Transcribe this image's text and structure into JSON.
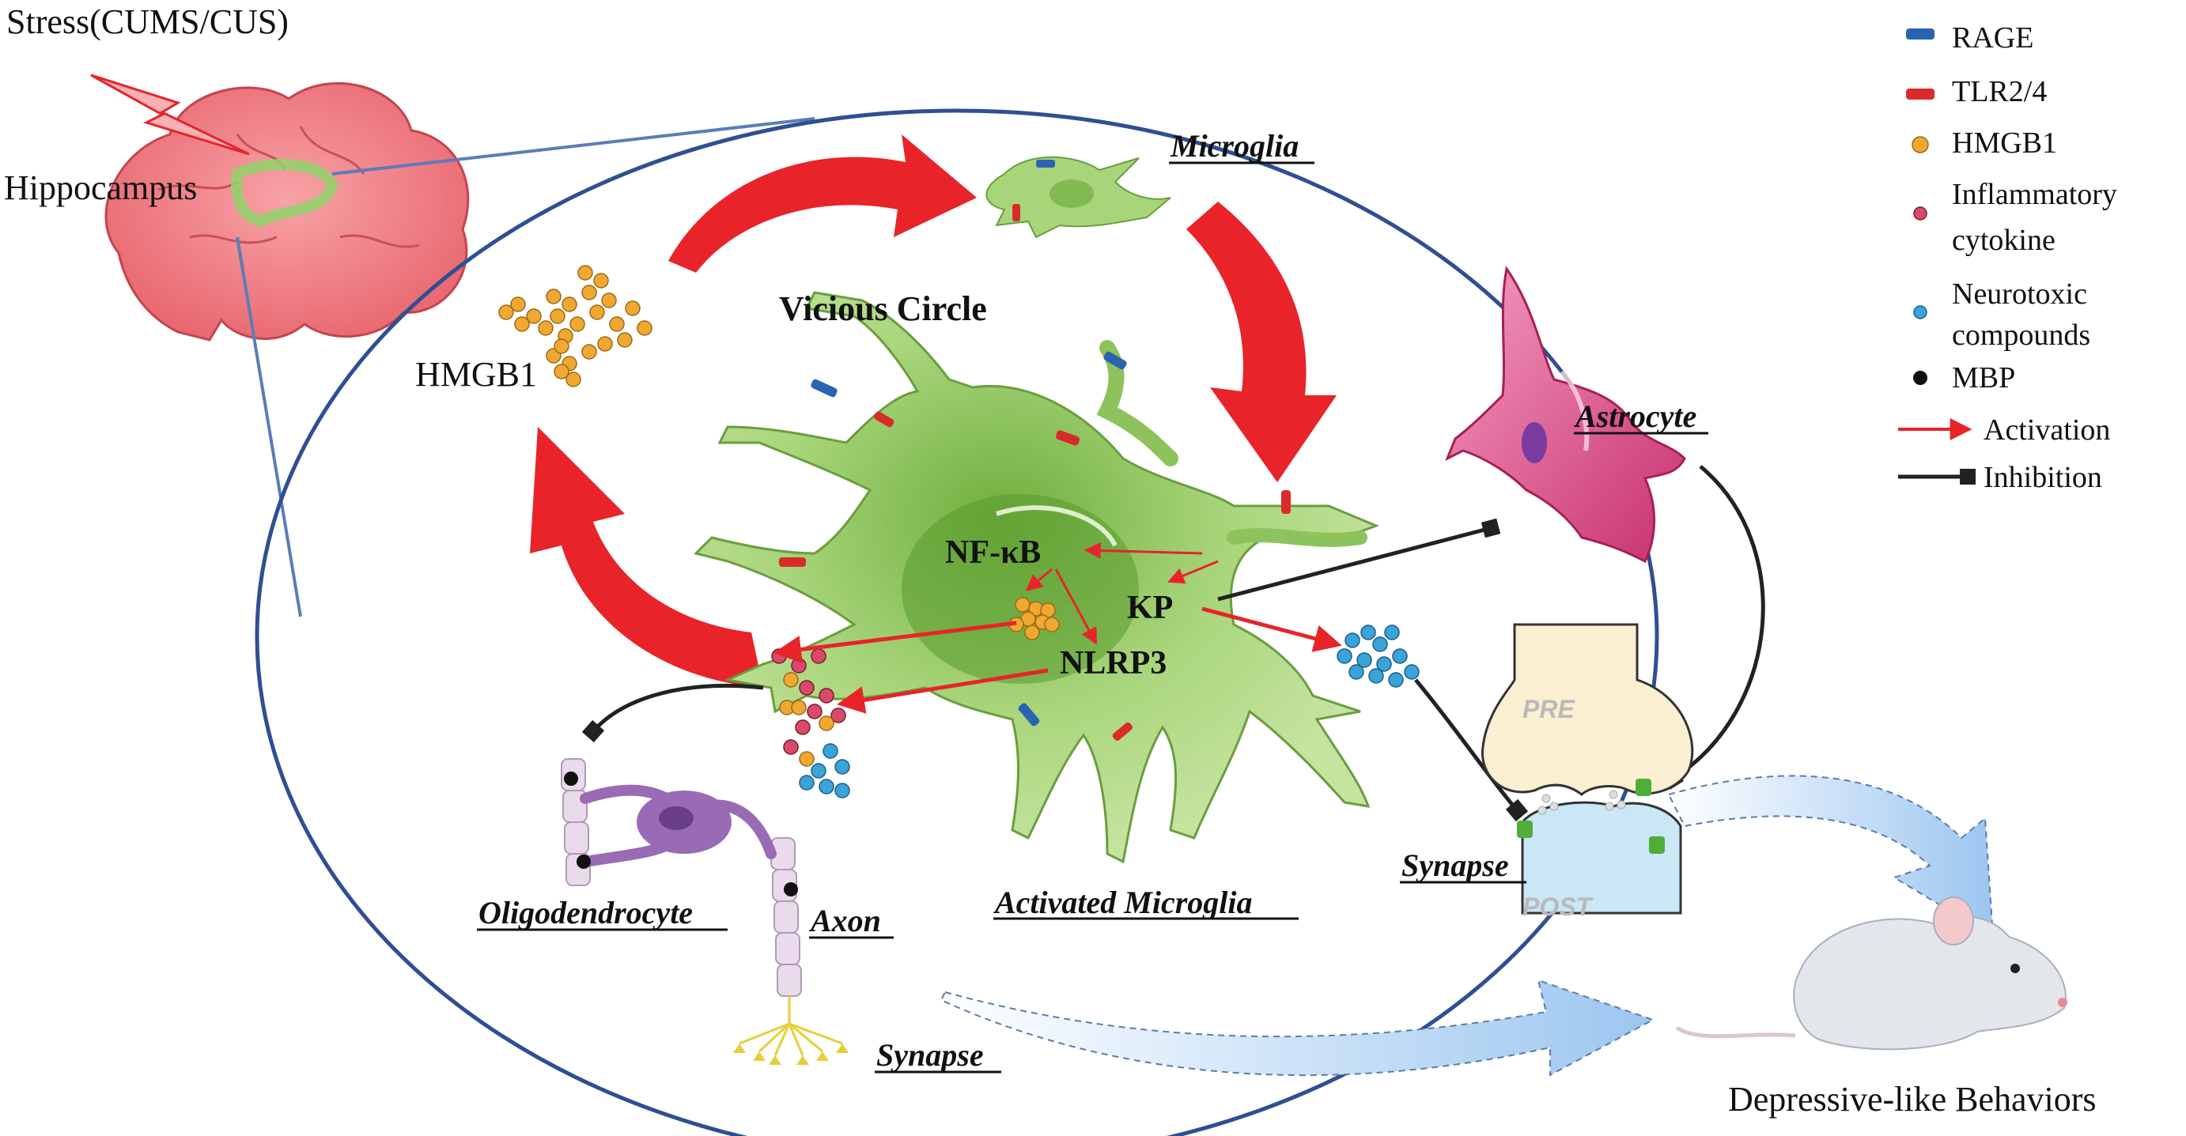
{
  "stress_label": "Stress(CUMS/CUS)",
  "hippocampus_label": "Hippocampus",
  "center": {
    "vicious_circle": "Vicious Circle",
    "nfkb": "NF-κB",
    "kp": "KP",
    "nlrp3": "NLRP3",
    "hmgb1": "HMGB1"
  },
  "cells": {
    "microglia": "Microglia",
    "activated_microglia": "Activated Microglia",
    "astrocyte": "Astrocyte",
    "oligodendrocyte": "Oligodendrocyte",
    "axon": "Axon",
    "synapse_right": "Synapse",
    "synapse_bottom": "Synapse",
    "pre": "PRE",
    "post": "POST"
  },
  "outcome": "Depressive-like Behaviors",
  "legend": {
    "rage": "RAGE",
    "tlr": "TLR2/4",
    "hmgb1": "HMGB1",
    "cytokine_line1": "Inflammatory",
    "cytokine_line2": "cytokine",
    "neurotoxic_line1": "Neurotoxic",
    "neurotoxic_line2": "compounds",
    "mbp": "MBP",
    "activation": "Activation",
    "inhibition": "Inhibition"
  },
  "colors": {
    "ellipse": "#2e4f94",
    "activation": "#e8232a",
    "inhibition": "#222222",
    "rage": "#2a63b0",
    "tlr": "#d92b2b",
    "hmgb1": "#f0a830",
    "microglia": "#9ecf6a",
    "astrocyte": "#d94a86",
    "oligodendrocyte": "#9a6bb5",
    "brain": "#ee7c82"
  }
}
